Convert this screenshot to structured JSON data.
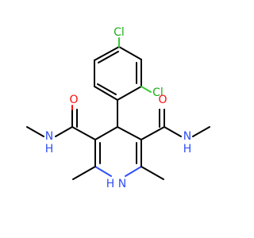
{
  "molecule": {
    "atoms": {
      "cl_top": "Cl",
      "cl_right": "Cl",
      "o_left": "O",
      "o_right": "O",
      "nh_left_n": "N",
      "nh_left_h": "H",
      "nh_right_n": "N",
      "nh_right_h": "H",
      "nh_ring_n": "N",
      "nh_ring_h": "H"
    },
    "colors": {
      "carbon": "#000000",
      "chlorine": "#33cc33",
      "oxygen": "#ff0d0d",
      "nitrogen": "#3050f8"
    }
  }
}
